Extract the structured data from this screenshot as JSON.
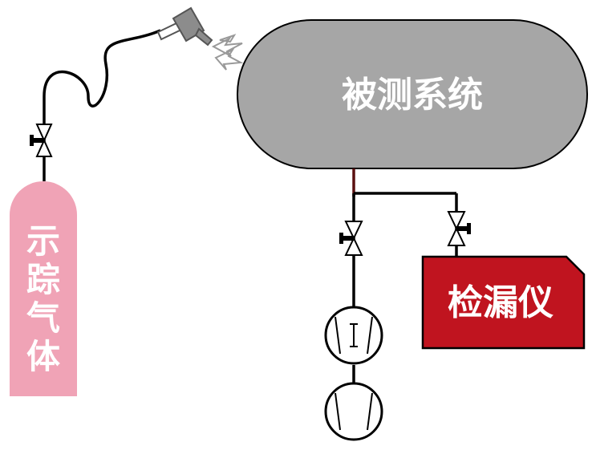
{
  "diagram": {
    "system_label": "被测系统",
    "detector_label": "检漏仪",
    "tracer_gas_chars": [
      "示",
      "踪",
      "气",
      "体"
    ]
  },
  "colors": {
    "system_fill": "#a6a6a6",
    "detector_fill": "#c0141f",
    "cylinder_fill": "#f0a3b6",
    "line": "#000000",
    "white": "#ffffff"
  }
}
